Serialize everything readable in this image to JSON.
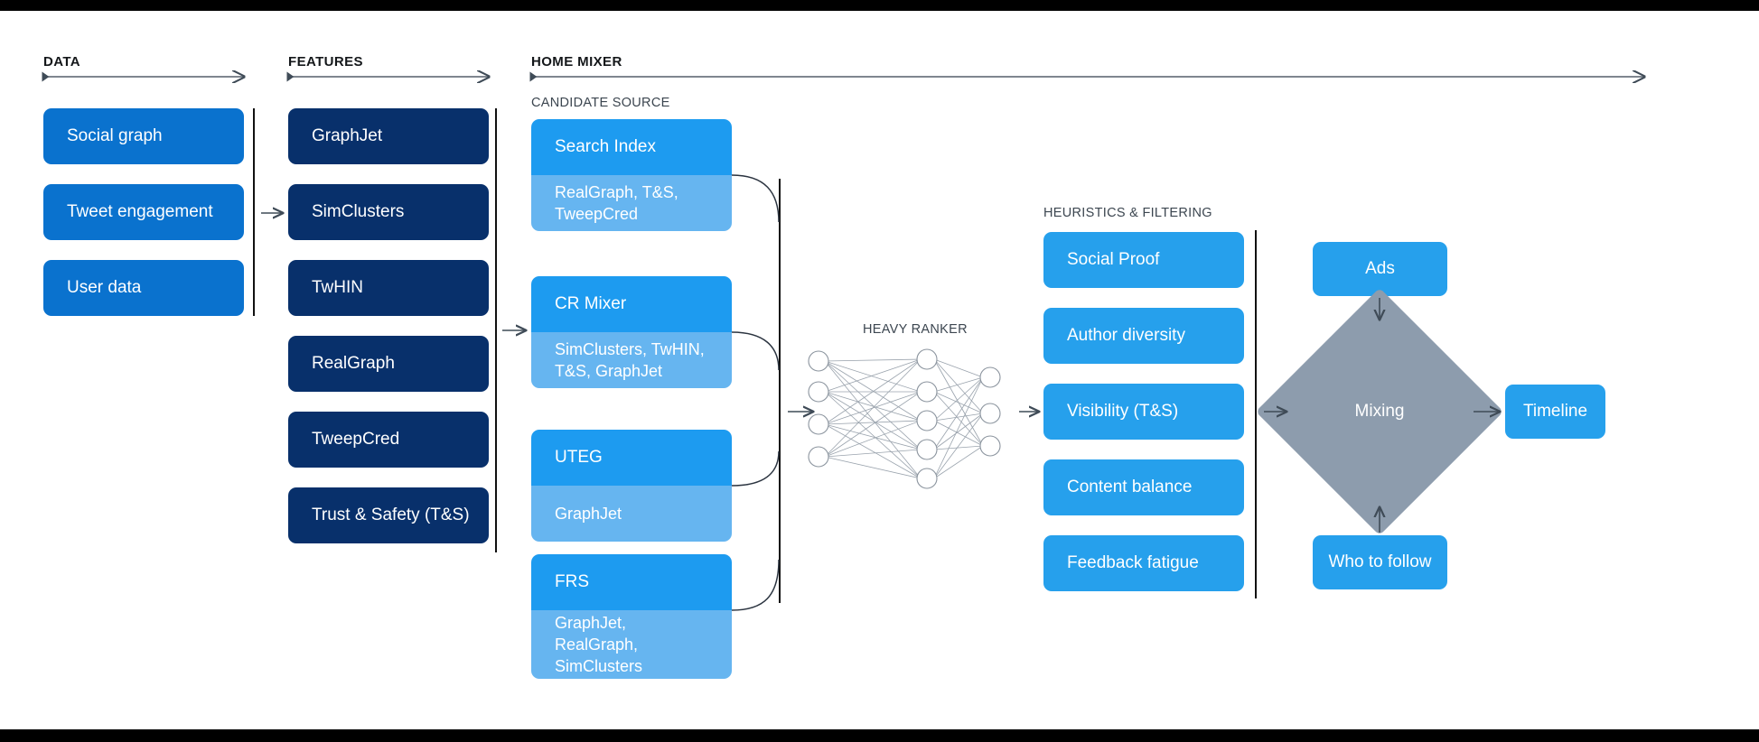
{
  "sections": {
    "data": {
      "label": "DATA"
    },
    "features": {
      "label": "FEATURES"
    },
    "home_mixer": {
      "label": "HOME MIXER"
    },
    "candidate_source": {
      "label": "CANDIDATE SOURCE"
    },
    "heavy_ranker": {
      "label": "HEAVY RANKER"
    },
    "heuristics": {
      "label": "HEURISTICS & FILTERING"
    }
  },
  "data_boxes": [
    {
      "label": "Social graph"
    },
    {
      "label": "Tweet engagement"
    },
    {
      "label": "User data"
    }
  ],
  "feature_boxes": [
    {
      "label": "GraphJet"
    },
    {
      "label": "SimClusters"
    },
    {
      "label": "TwHIN"
    },
    {
      "label": "RealGraph"
    },
    {
      "label": "TweepCred"
    },
    {
      "label": "Trust & Safety (T&S)"
    }
  ],
  "candidate_sources": [
    {
      "title": "Search Index",
      "features": "RealGraph, T&S, TweepCred"
    },
    {
      "title": "CR Mixer",
      "features": "SimClusters, TwHIN, T&S, GraphJet"
    },
    {
      "title": "UTEG",
      "features": "GraphJet"
    },
    {
      "title": "FRS",
      "features": "GraphJet, RealGraph, SimClusters"
    }
  ],
  "heuristics_boxes": [
    {
      "label": "Social Proof"
    },
    {
      "label": "Author diversity"
    },
    {
      "label": "Visibility (T&S)"
    },
    {
      "label": "Content balance"
    },
    {
      "label": "Feedback fatigue"
    }
  ],
  "output": {
    "ads": "Ads",
    "mixing": "Mixing",
    "who_to_follow": "Who to follow",
    "timeline": "Timeline"
  },
  "network": {
    "input_nodes": 4,
    "hidden_nodes": 5,
    "output_nodes": 3
  },
  "colors": {
    "data_blue": "#0a72ce",
    "feature_navy": "#08306b",
    "candidate_head": "#1d9bf0",
    "candidate_body": "#66b5f0",
    "heuristic_blue": "#26a0ec",
    "mixing_gray": "#8d9cad",
    "background": "#ffffff",
    "frame_black": "#000000"
  }
}
